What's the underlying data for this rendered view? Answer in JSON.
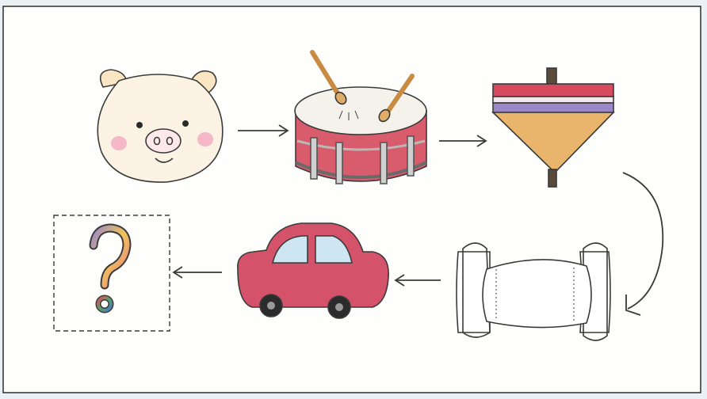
{
  "puzzle": {
    "question_mark": "?"
  },
  "sequence": [
    {
      "item": "pig",
      "icon": "pig-face-icon"
    },
    {
      "item": "drum",
      "icon": "drum-icon"
    },
    {
      "item": "spinning top",
      "icon": "spinning-top-icon"
    },
    {
      "item": "pillow",
      "icon": "pillow-icon"
    },
    {
      "item": "car",
      "icon": "car-icon"
    },
    {
      "item": "unknown",
      "icon": "question-mark-icon"
    }
  ],
  "colors": {
    "background": "#e9f1f4",
    "card": "#fefefc",
    "outline": "#3a3a3a",
    "pig_blush": "#f4b8c8",
    "pig_tint": "#fbe6c4",
    "drum_red": "#d85c6c",
    "drum_top": "#f5f2ec",
    "drumstick": "#e0ad68",
    "top_band_red": "#d64b5d",
    "top_band_violet": "#9b88c8",
    "top_cone": "#e9b46b",
    "car_red": "#d4536a",
    "car_window": "#cde6f2"
  }
}
